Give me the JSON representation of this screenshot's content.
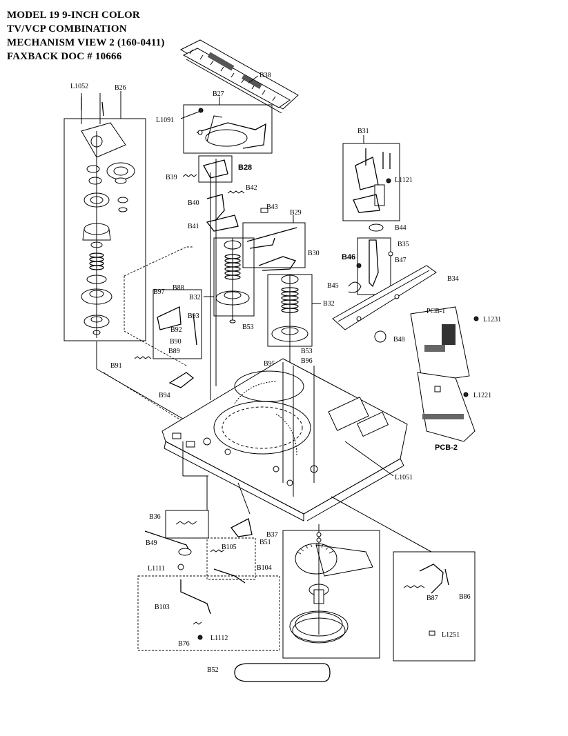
{
  "header": {
    "line1": "MODEL 19  9-INCH COLOR",
    "line2": "TV/VCP COMBINATION",
    "line3": "MECHANISM VIEW 2  (160-0411)",
    "line4": "FAXBACK DOC # 10666"
  },
  "labels": {
    "L1052": "L1052",
    "B26": "B26",
    "B38": "B38",
    "B27": "B27",
    "L1091": "L1091",
    "B28": "B28",
    "B39": "B39",
    "B42": "B42",
    "B40": "B40",
    "B43": "B43",
    "B29": "B29",
    "B41": "B41",
    "B30": "B30",
    "B31": "B31",
    "L1121": "L1121",
    "B44": "B44",
    "B35": "B35",
    "B46": "B46",
    "B47": "B47",
    "B45": "B45",
    "B34": "B34",
    "B97": "B97",
    "B88": "B88",
    "B32a": "B32",
    "B32b": "B32",
    "B93": "B93",
    "B92": "B92",
    "B53a": "B53",
    "B53b": "B53",
    "B90": "B90",
    "B89": "B89",
    "B95": "B95",
    "B96": "B96",
    "B48": "B48",
    "PCB1": "PCB-1",
    "L1231": "L1231",
    "B91": "B91",
    "B94": "B94",
    "L1221": "L1221",
    "PCB2": "PCB-2",
    "L1051": "L1051",
    "B36": "B36",
    "B49": "B49",
    "B37": "B37",
    "B51": "B51",
    "B105": "B105",
    "B104": "B104",
    "L1111": "L1111",
    "B103": "B103",
    "B87": "B87",
    "B86": "B86",
    "B76": "B76",
    "L1112": "L1112",
    "L1251": "L1251",
    "B52": "B52"
  }
}
